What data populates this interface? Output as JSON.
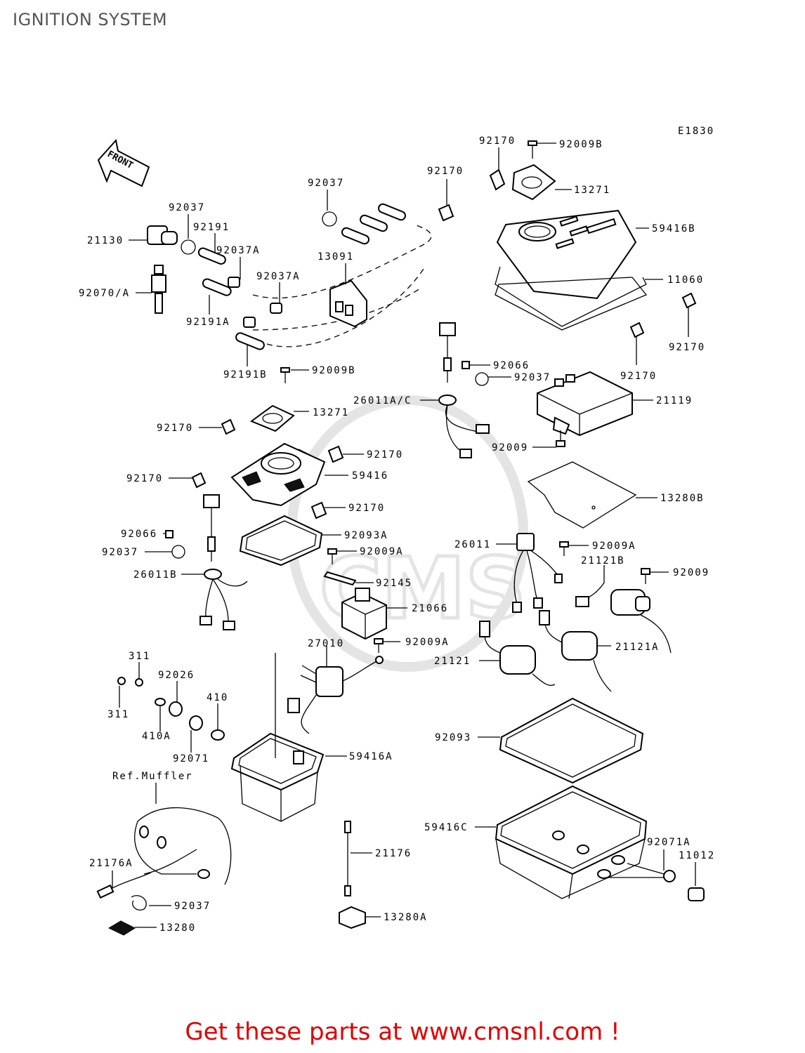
{
  "title": "IGNITION SYSTEM",
  "diagram_code": "E1830",
  "front_label": "FRONT",
  "ref_label": "Ref.Muffler",
  "watermark": "CMS",
  "footer": "Get these parts at www.cmsnl.com !",
  "colors": {
    "footer": "#e00000",
    "title": "#555555",
    "line": "#000000"
  },
  "labels": {
    "p92170a": "92170",
    "p92009b_top": "92009B",
    "p13271_top": "13271",
    "p59416b": "59416B",
    "p11060": "11060",
    "p92170b": "92170",
    "p92170c": "92170",
    "p92170d": "92170",
    "p92037_top": "92037",
    "p92037_left": "92037",
    "p92191": "92191",
    "p21130": "21130",
    "p92037a_1": "92037A",
    "p92037a_2": "92037A",
    "p13091": "13091",
    "p92070": "92070/A",
    "p92191a": "92191A",
    "p92191b": "92191B",
    "p92009b_mid": "92009B",
    "p92066_r": "92066",
    "p92037_r": "92037",
    "p26011ac": "26011A/C",
    "p21119": "21119",
    "p13271_mid": "13271",
    "p92170_l1": "92170",
    "p92170_m1": "92170",
    "p92009_r": "92009",
    "p59416": "59416",
    "p92170_l2": "92170",
    "p13280b": "13280B",
    "p92170_m2": "92170",
    "p92066_l": "92066",
    "p92093a": "92093A",
    "p26011": "26011",
    "p92009a_r": "92009A",
    "p92037_l": "92037",
    "p92009a_m": "92009A",
    "p21121b": "21121B",
    "p92009_r2": "92009",
    "p26011b": "26011B",
    "p92145": "92145",
    "p21066": "21066",
    "p27010": "27010",
    "p92009a_b": "92009A",
    "p21121a": "21121A",
    "p21121": "21121",
    "p311_top": "311",
    "p92026": "92026",
    "p410": "410",
    "p311_bot": "311",
    "p410a": "410A",
    "p92071": "92071",
    "p92093": "92093",
    "p59416a": "59416A",
    "p59416c": "59416C",
    "p92071a": "92071A",
    "p11012": "11012",
    "p21176": "21176",
    "p21176a": "21176A",
    "p92037_b": "92037",
    "p13280a": "13280A",
    "p13280": "13280"
  }
}
